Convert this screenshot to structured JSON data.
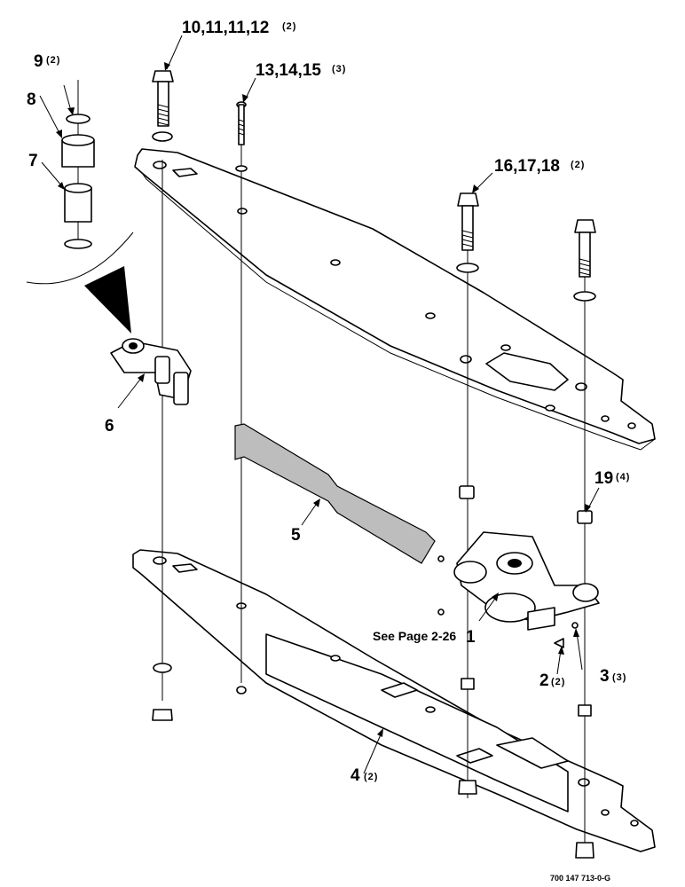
{
  "callouts": [
    {
      "id": "c10",
      "text": "10,11,11,12",
      "qty": "(2)"
    },
    {
      "id": "c13",
      "text": "13,14,15",
      "qty": "(3)"
    },
    {
      "id": "c16",
      "text": "16,17,18",
      "qty": "(2)"
    },
    {
      "id": "c9",
      "text": "9",
      "qty": "(2)"
    },
    {
      "id": "c8",
      "text": "8",
      "qty": ""
    },
    {
      "id": "c7",
      "text": "7",
      "qty": ""
    },
    {
      "id": "c6",
      "text": "6",
      "qty": ""
    },
    {
      "id": "c5",
      "text": "5",
      "qty": ""
    },
    {
      "id": "c19",
      "text": "19",
      "qty": "(4)"
    },
    {
      "id": "c1",
      "text": "1",
      "qty": ""
    },
    {
      "id": "c2",
      "text": "2",
      "qty": "(2)"
    },
    {
      "id": "c3",
      "text": "3",
      "qty": "(3)"
    },
    {
      "id": "c4",
      "text": "4",
      "qty": "(2)"
    }
  ],
  "reference_note": "See Page 2-26",
  "drawing_number": "700 147 713-0-G"
}
